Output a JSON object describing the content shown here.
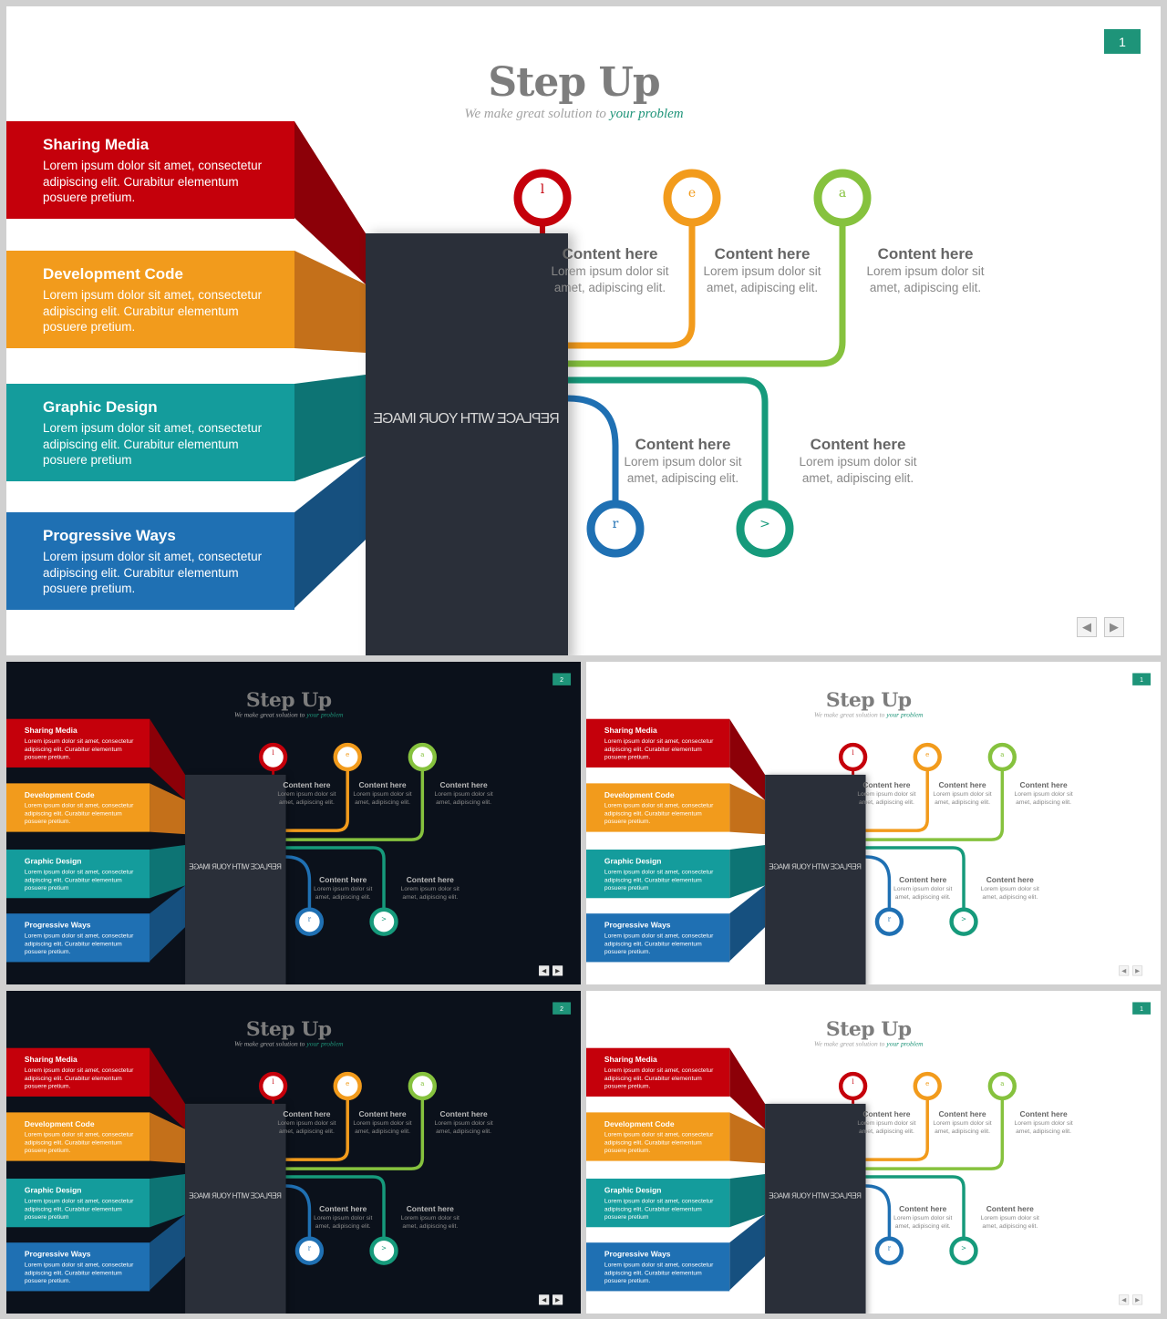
{
  "slide": {
    "page_number": "1",
    "title": "Step Up",
    "subtitle_main": "We make great solution to",
    "subtitle_accent": "your problem",
    "image_placeholder": "REPLACE WITH YOUR IMAGE",
    "bands": [
      {
        "title": "Sharing Media",
        "body": "Lorem ipsum dolor sit amet, consectetur adipiscing elit. Curabitur elementum posuere pretium.",
        "color": "#c5000b"
      },
      {
        "title": "Development Code",
        "body": "Lorem ipsum dolor sit amet, consectetur adipiscing elit. Curabitur elementum posuere pretium.",
        "color": "#f29b1c"
      },
      {
        "title": "Graphic Design",
        "body": "Lorem ipsum dolor sit amet, consectetur adipiscing elit. Curabitur elementum posuere pretium",
        "color": "#149c9c"
      },
      {
        "title": "Progressive Ways",
        "body": "Lorem ipsum dolor sit amet, consectetur adipiscing elit. Curabitur elementum posuere pretium.",
        "color": "#1f70b3"
      }
    ],
    "nodes": [
      {
        "label": "l",
        "color": "#c5000b"
      },
      {
        "label": "e",
        "color": "#f29b1c"
      },
      {
        "label": "a",
        "color": "#86c23e"
      },
      {
        "label": "r",
        "color": "#1f70b3"
      },
      {
        "label": ">",
        "color": "#169a7b"
      }
    ],
    "content_items": [
      {
        "title": "Content here",
        "body": "Lorem ipsum dolor sit amet, adipiscing elit."
      },
      {
        "title": "Content here",
        "body": "Lorem ipsum dolor sit amet, adipiscing elit."
      },
      {
        "title": "Content here",
        "body": "Lorem ipsum dolor sit amet, adipiscing elit."
      },
      {
        "title": "Content here",
        "body": "Lorem ipsum dolor sit amet, adipiscing elit."
      },
      {
        "title": "Content here",
        "body": "Lorem ipsum dolor sit amet, adipiscing elit."
      }
    ],
    "nav": {
      "prev": "◀",
      "next": "▶"
    }
  },
  "thumbnails": [
    {
      "theme": "dark",
      "page_number": "2"
    },
    {
      "theme": "light",
      "page_number": "1"
    },
    {
      "theme": "dark",
      "page_number": "2"
    },
    {
      "theme": "light",
      "page_number": "1"
    }
  ],
  "colors": {
    "accent": "#1e9479",
    "dark_bg": "#0b111b",
    "photo": "#2a2f39"
  }
}
